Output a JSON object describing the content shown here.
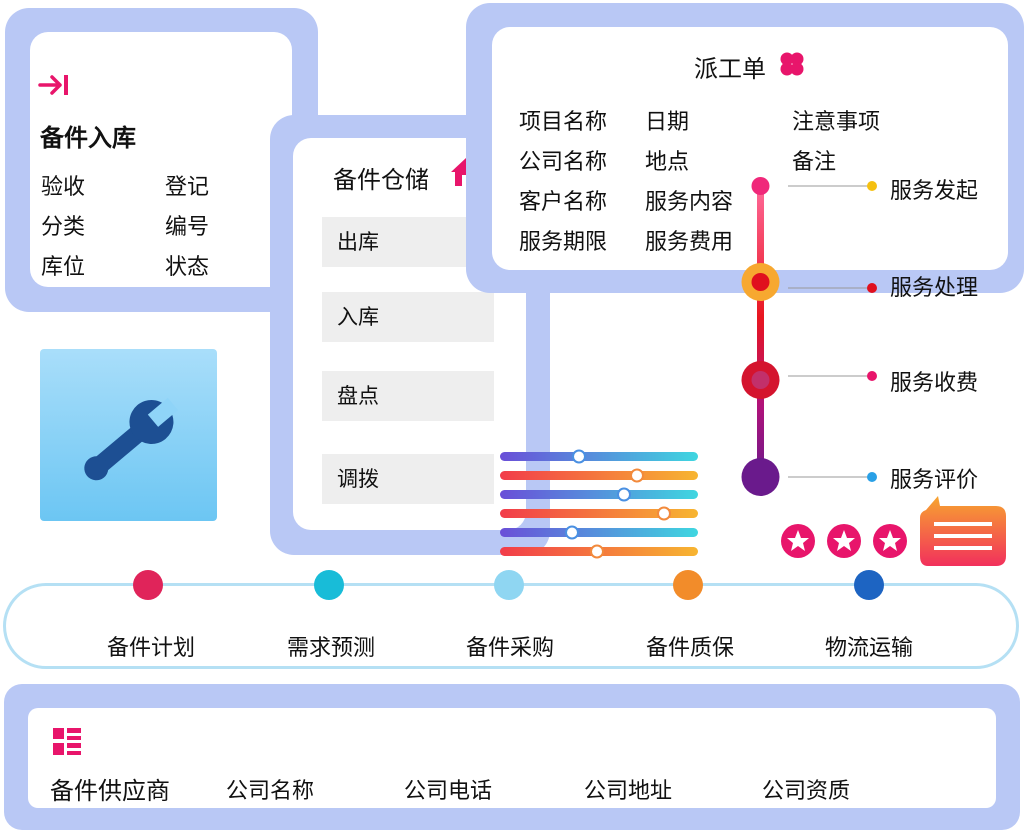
{
  "intake": {
    "title": "备件入库",
    "items": [
      "验收",
      "登记",
      "分类",
      "编号",
      "库位",
      "状态"
    ]
  },
  "storage": {
    "title": "备件仓储",
    "items": [
      "出库",
      "入库",
      "盘点",
      "调拨"
    ]
  },
  "dispatch": {
    "title": "派工单",
    "fields": [
      "项目名称",
      "日期",
      "注意事项",
      "公司名称",
      "地点",
      "备注",
      "客户名称",
      "服务内容",
      "服务期限",
      "服务费用"
    ]
  },
  "service_flow": [
    "服务发起",
    "服务处理",
    "服务收费",
    "服务评价"
  ],
  "pipeline": [
    "备件计划",
    "需求预测",
    "备件采购",
    "备件质保",
    "物流运输"
  ],
  "supplier": {
    "title": "备件供应商",
    "fields": [
      "公司名称",
      "公司电话",
      "公司地址",
      "公司资质"
    ]
  },
  "icons": [
    "enter-icon",
    "house-icon",
    "clover-icon",
    "wrench-icon",
    "list-icon",
    "star-icon",
    "chat-bubble-icon"
  ],
  "colors": {
    "frame": "#b9c8f5",
    "accent": "#e8156b",
    "tile": "#7ecdf5"
  }
}
